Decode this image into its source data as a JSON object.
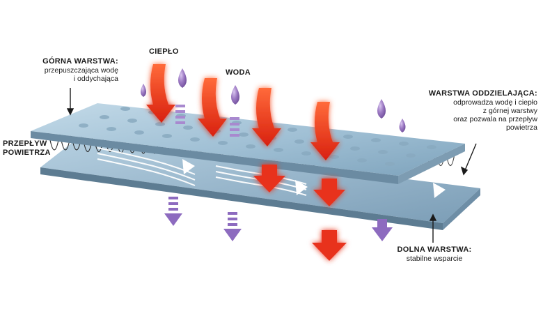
{
  "labels": {
    "top_layer": {
      "title": "GÓRNA WARSTWA:",
      "lines": [
        "przepuszczająca wodę",
        "i oddychająca"
      ]
    },
    "heat": "CIEPŁO",
    "water": "WODA",
    "airflow": {
      "lines": [
        "PRZEPŁYW",
        "POWIETRZA"
      ]
    },
    "separating_layer": {
      "title": "WARSTWA ODDZIELAJĄCA:",
      "lines": [
        "odprowadza wodę i ciepło",
        "z górnej warstwy",
        "oraz pozwala na przepływ",
        "powietrza"
      ]
    },
    "bottom_layer": {
      "title": "DOLNA WARSTWA:",
      "lines": [
        "stabilne wsparcie"
      ]
    }
  },
  "colors": {
    "panel_top": "#a9c8dc",
    "panel_edge": "#6f8fa6",
    "heat_arrow": "#e8321e",
    "water_drop": "#8e6bb5",
    "airflow": "#ffffff"
  }
}
